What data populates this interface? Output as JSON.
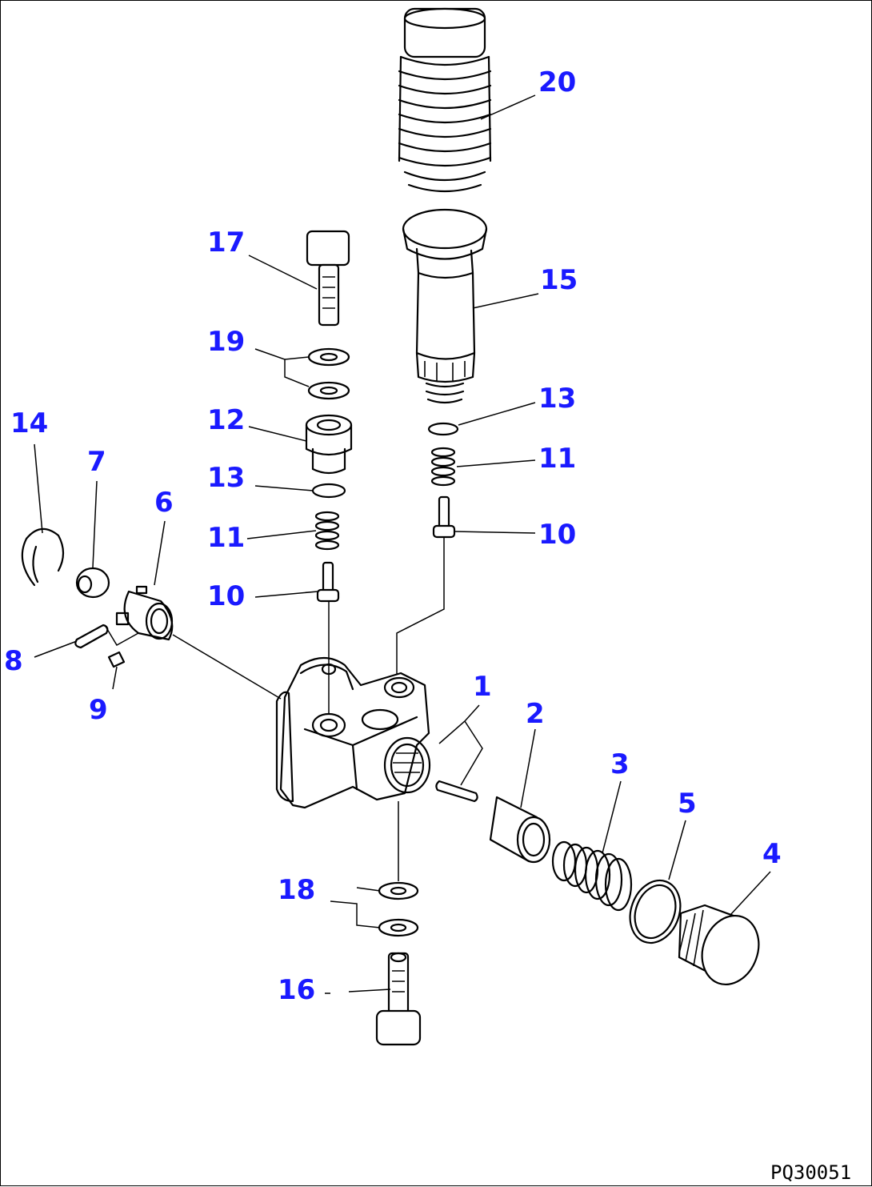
{
  "callouts": [
    {
      "id": "p20",
      "label": "20"
    },
    {
      "id": "p17",
      "label": "17"
    },
    {
      "id": "p15",
      "label": "15"
    },
    {
      "id": "p19",
      "label": "19"
    },
    {
      "id": "p13a",
      "label": "13"
    },
    {
      "id": "p12",
      "label": "12"
    },
    {
      "id": "p11a",
      "label": "11"
    },
    {
      "id": "p13b",
      "label": "13"
    },
    {
      "id": "p14",
      "label": "14"
    },
    {
      "id": "p7",
      "label": "7"
    },
    {
      "id": "p6",
      "label": "6"
    },
    {
      "id": "p10a",
      "label": "10"
    },
    {
      "id": "p11b",
      "label": "11"
    },
    {
      "id": "p10b",
      "label": "10"
    },
    {
      "id": "p8",
      "label": "8"
    },
    {
      "id": "p9",
      "label": "9"
    },
    {
      "id": "p1",
      "label": "1"
    },
    {
      "id": "p2",
      "label": "2"
    },
    {
      "id": "p3",
      "label": "3"
    },
    {
      "id": "p5",
      "label": "5"
    },
    {
      "id": "p4",
      "label": "4"
    },
    {
      "id": "p18",
      "label": "18"
    },
    {
      "id": "p16",
      "label": "16"
    }
  ],
  "drawing_code": "PQ30051",
  "colors": {
    "callout": "#1a1aff",
    "line": "#000000",
    "background": "#ffffff"
  }
}
